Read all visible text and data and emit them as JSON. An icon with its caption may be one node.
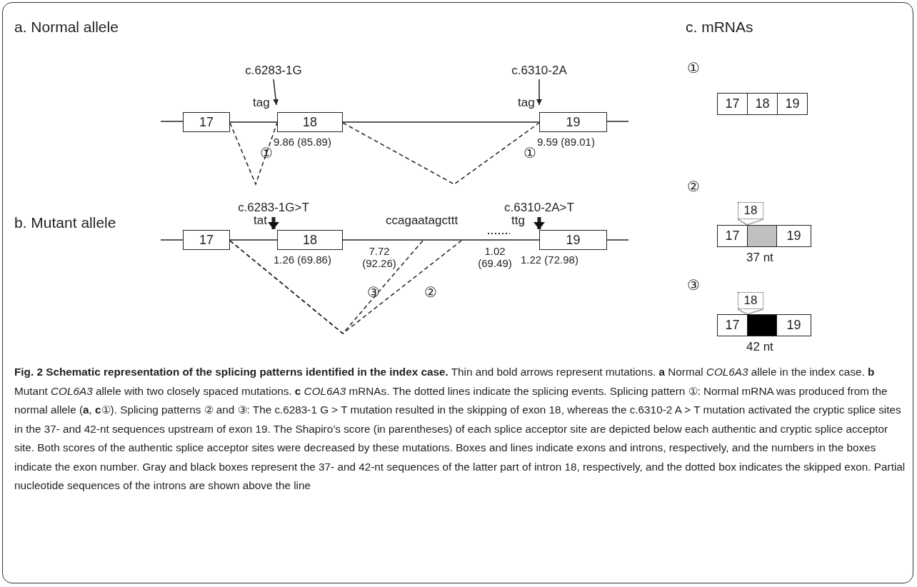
{
  "diagram": {
    "caption": "**Fig. 2 Schematic representation of the splicing patterns identified in the index case.** Thin and bold arrows represent mutations. **a** Normal *COL6A3* allele in the index case. **b** Mutant *COL6A3* allele with two closely spaced mutations. **c** *COL6A3* mRNAs. The dotted lines indicate the splicing events. Splicing pattern ①: Normal mRNA was produced from the normal allele (**a**, **c**①). Splicing patterns ② and ③: The c.6283-1 G > T mutation resulted in the skipping of exon 18, whereas the c.6310-2 A > T mutation activated the cryptic splice sites in the 37- and 42-nt sequences upstream of exon 19. The Shapiro’s score (in parentheses) of each splice acceptor site are depicted below each authentic and cryptic splice acceptor site. Both scores of the authentic splice acceptor sites were decreased by these mutations. Boxes and lines indicate exons and introns, respectively, and the numbers in the boxes indicate the exon number. Gray and black boxes represent the 37- and 42-nt sequences of the latter part of intron 18, respectively, and the dotted box indicates the skipped exon. Partial nucleotide sequences of the introns are shown above the line",
    "nodes": [
      {
        "text": [
          "17"
        ]
      },
      {
        "text": [
          "18"
        ],
        "beside": [
          "9.86 (85.89)"
        ]
      },
      {
        "text": [
          "19"
        ],
        "beside": [
          "9.59 (89.01)"
        ]
      },
      {
        "text": [
          "c.6283-1G"
        ]
      },
      {
        "text": [
          "c.6310-2A"
        ]
      },
      {
        "text": [
          "17"
        ]
      },
      {
        "text": [
          "18"
        ],
        "beside": [
          "1.26 (69.86)"
        ]
      },
      {
        "text": [
          "19"
        ],
        "beside": [
          "1.22 (72.98)"
        ]
      },
      {
        "text": [
          "c.6283-1G>T"
        ]
      },
      {
        "text": [
          "c.6310-2A>T"
        ]
      },
      {
        "text": [
          "17"
        ]
      },
      {
        "text": [
          "18"
        ]
      },
      {
        "text": [
          "19"
        ]
      },
      {
        "text": [
          "18"
        ]
      },
      {
        "text": [
          "17"
        ]
      },
      {
        "text": [],
        "shape": "box",
        "beside": [
          "37 nt"
        ]
      },
      {
        "text": [
          "19"
        ]
      },
      {
        "text": [
          "18"
        ]
      },
      {
        "text": [
          "17"
        ]
      },
      {
        "text": [],
        "shape": "box",
        "beside": [
          "42 nt"
        ]
      },
      {
        "text": [
          "19"
        ]
      }
    ],
    "edges": [
      {
        "from": 0,
        "to": 1,
        "arrow": "none",
        "style": "dashed",
        "label": "①"
      },
      {
        "from": 1,
        "to": 2,
        "arrow": "none",
        "style": "dashed",
        "label": "①"
      },
      {
        "from": 3,
        "to": 1,
        "arrow": "to"
      },
      {
        "from": 4,
        "to": 2,
        "arrow": "to"
      },
      {
        "from": 5,
        "to": null,
        "arrow": "none",
        "style": "dashed",
        "label": "③"
      },
      {
        "from": 5,
        "to": null,
        "arrow": "none",
        "style": "dashed",
        "label": "②"
      },
      {
        "from": 8,
        "to": 6,
        "arrow": "to",
        "style": "thick"
      },
      {
        "from": 9,
        "to": 7,
        "arrow": "to",
        "style": "thick"
      },
      {
        "from": 13,
        "to": 15,
        "arrow": "none",
        "color": "#a0a0a0"
      },
      {
        "from": 17,
        "to": 19,
        "arrow": "none",
        "color": "#a0a0a0"
      },
      {
        "from": 0,
        "to": 1,
        "arrow": "none"
      },
      {
        "from": 1,
        "to": 2,
        "arrow": "none"
      },
      {
        "from": 5,
        "to": 6,
        "arrow": "none"
      },
      {
        "from": 6,
        "to": 7,
        "arrow": "none"
      }
    ],
    "labels": [
      "a. Normal allele",
      "c. mRNAs",
      "①",
      "tag",
      "tag",
      "b. Mutant allele",
      "②",
      "tat",
      "ccagaatagcttt",
      "ttg",
      "7.72 (92.26)",
      "1.02 (69.49)",
      "③"
    ]
  }
}
